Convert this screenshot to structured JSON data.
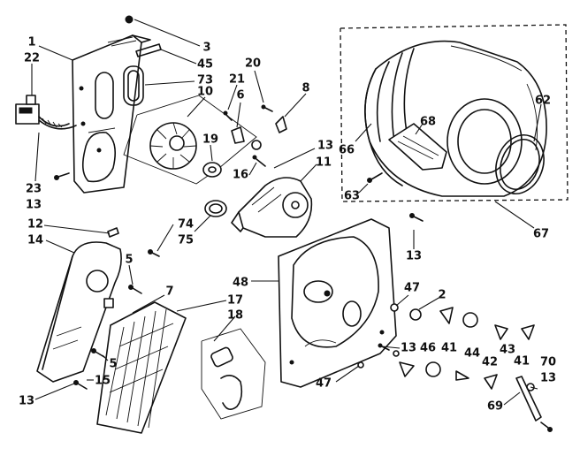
{
  "colors": {
    "ink": "#111111",
    "paper": "#ffffff"
  },
  "callouts": [
    {
      "id": "c1",
      "text": "1"
    },
    {
      "id": "c22",
      "text": "22"
    },
    {
      "id": "c23",
      "text": "23"
    },
    {
      "id": "c13a",
      "text": "13"
    },
    {
      "id": "c3",
      "text": "3"
    },
    {
      "id": "c45",
      "text": "45"
    },
    {
      "id": "c73",
      "text": "73"
    },
    {
      "id": "c10",
      "text": "10"
    },
    {
      "id": "c20",
      "text": "20"
    },
    {
      "id": "c21",
      "text": "21"
    },
    {
      "id": "c6",
      "text": "6"
    },
    {
      "id": "c8",
      "text": "8"
    },
    {
      "id": "c19",
      "text": "19"
    },
    {
      "id": "c16",
      "text": "16"
    },
    {
      "id": "c13b",
      "text": "13"
    },
    {
      "id": "c11",
      "text": "11"
    },
    {
      "id": "c12",
      "text": "12"
    },
    {
      "id": "c14",
      "text": "14"
    },
    {
      "id": "c74",
      "text": "74"
    },
    {
      "id": "c75",
      "text": "75"
    },
    {
      "id": "c5a",
      "text": "5"
    },
    {
      "id": "c7",
      "text": "7"
    },
    {
      "id": "c17",
      "text": "17"
    },
    {
      "id": "c18",
      "text": "18"
    },
    {
      "id": "c5b",
      "text": "5"
    },
    {
      "id": "c15",
      "text": "15"
    },
    {
      "id": "c13c",
      "text": "13"
    },
    {
      "id": "c66",
      "text": "66"
    },
    {
      "id": "c68",
      "text": "68"
    },
    {
      "id": "c62",
      "text": "62"
    },
    {
      "id": "c63",
      "text": "63"
    },
    {
      "id": "c67",
      "text": "67"
    },
    {
      "id": "c48",
      "text": "48"
    },
    {
      "id": "c13d",
      "text": "13"
    },
    {
      "id": "c47a",
      "text": "47"
    },
    {
      "id": "c2",
      "text": "2"
    },
    {
      "id": "c13e",
      "text": "13"
    },
    {
      "id": "c46",
      "text": "46"
    },
    {
      "id": "c41a",
      "text": "41"
    },
    {
      "id": "c44",
      "text": "44"
    },
    {
      "id": "c43",
      "text": "43"
    },
    {
      "id": "c41b",
      "text": "41"
    },
    {
      "id": "c42",
      "text": "42"
    },
    {
      "id": "c47b",
      "text": "47"
    },
    {
      "id": "c70",
      "text": "70"
    },
    {
      "id": "c13f",
      "text": "13"
    },
    {
      "id": "c69",
      "text": "69"
    }
  ]
}
